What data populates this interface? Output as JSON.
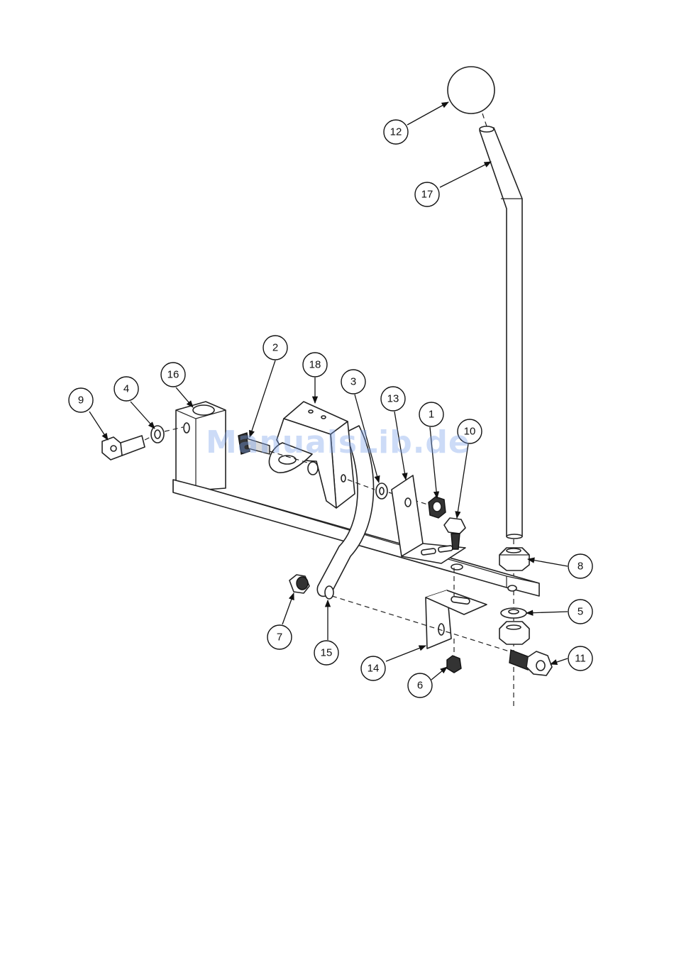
{
  "watermark": "ManualsLib.de",
  "callouts": [
    {
      "label": "1"
    },
    {
      "label": "2"
    },
    {
      "label": "3"
    },
    {
      "label": "4"
    },
    {
      "label": "5"
    },
    {
      "label": "6"
    },
    {
      "label": "7"
    },
    {
      "label": "8"
    },
    {
      "label": "9"
    },
    {
      "label": "10"
    },
    {
      "label": "11"
    },
    {
      "label": "12"
    },
    {
      "label": "13"
    },
    {
      "label": "14"
    },
    {
      "label": "15"
    },
    {
      "label": "16"
    },
    {
      "label": "17"
    },
    {
      "label": "18"
    }
  ]
}
